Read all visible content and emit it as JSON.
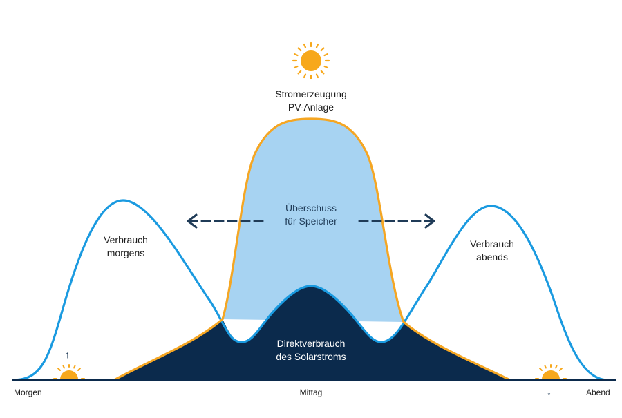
{
  "labels": {
    "production": [
      "Stromerzeugung",
      "PV-Anlage"
    ],
    "surplus": [
      "Überschuss",
      "für Speicher"
    ],
    "morning_use": [
      "Verbrauch",
      "morgens"
    ],
    "evening_use": [
      "Verbrauch",
      "abends"
    ],
    "direct_use": [
      "Direktverbrauch",
      "des Solarstroms"
    ]
  },
  "axis": {
    "left": "Morgen",
    "center": "Mittag",
    "right": "Abend"
  },
  "arrows": {
    "sunrise": "↑",
    "sunset": "↓"
  },
  "icons": [
    "sun-icon",
    "sunrise-icon",
    "sunset-icon"
  ],
  "colors": {
    "consumption_line": "#1a9ae0",
    "production_line": "#f5a623",
    "surplus_fill": "#a7d3f2",
    "direct_fill": "#0b2a4c",
    "sun": "#f7a81b",
    "arrow": "#1f3b57",
    "baseline": "#0b2a4c"
  }
}
